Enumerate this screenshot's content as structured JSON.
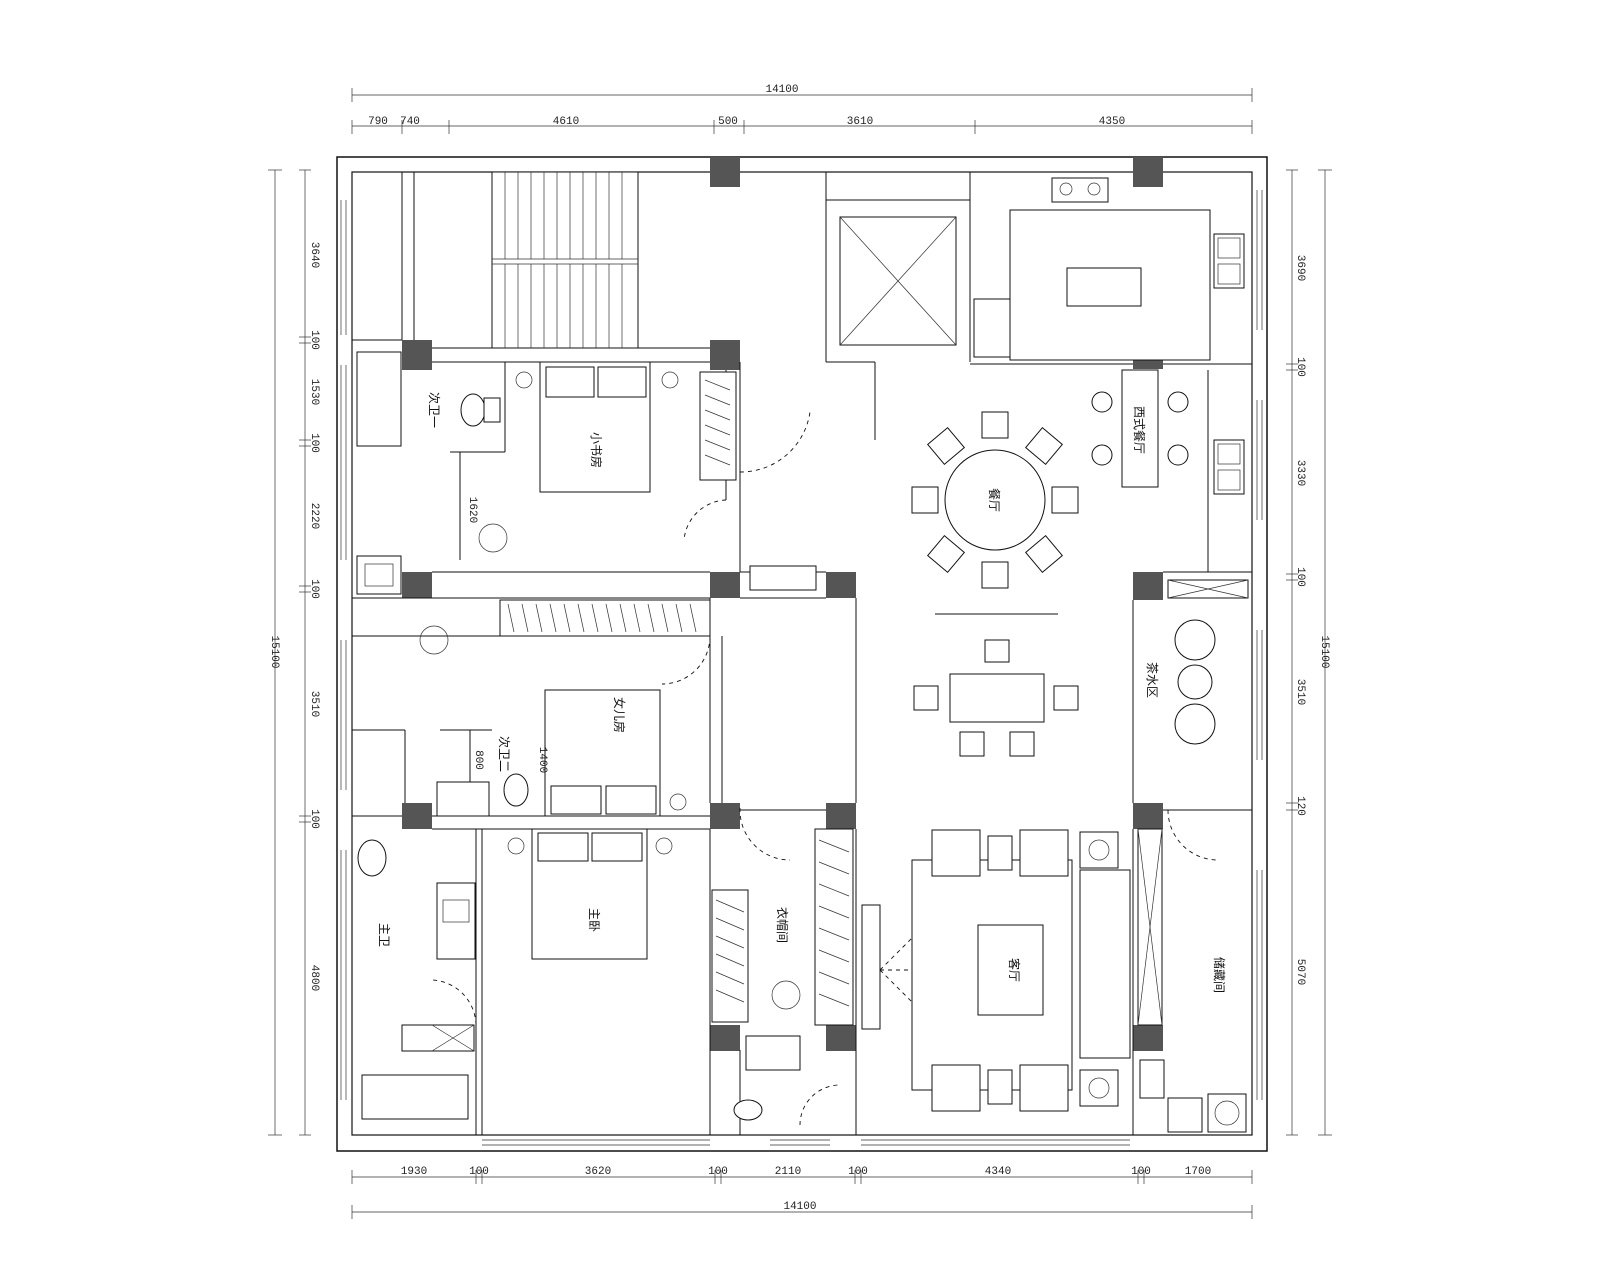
{
  "diagram": {
    "overall_top": "14100",
    "overall_bottom": "14100",
    "overall_left": "15100",
    "overall_right": "15100",
    "top_segments": [
      "790",
      "740",
      "4610",
      "500",
      "3610",
      "4350"
    ],
    "bottom_segments": [
      "1930",
      "100",
      "3620",
      "100",
      "2110",
      "100",
      "4340",
      "100",
      "1700"
    ],
    "left_segments": [
      "3640",
      "100",
      "1530",
      "100",
      "2220",
      "100",
      "3510",
      "100",
      "4800"
    ],
    "right_segments": [
      "3690",
      "100",
      "3330",
      "100",
      "3510",
      "120",
      "5070"
    ],
    "inner_dims": [
      "1620",
      "800",
      "1400"
    ],
    "rooms": {
      "bedroom_small": "小书房",
      "bath_1": "次卫一",
      "dining": "餐厅",
      "western_dining": "西式餐厅",
      "tea_room": "茶水区",
      "bedroom_child": "女儿房",
      "bath_2": "次卫二",
      "master_bedroom": "主卧",
      "master_bath": "主卫",
      "cloakroom": "衣帽间",
      "living_room": "客厅",
      "storage_room": "储藏间"
    }
  }
}
